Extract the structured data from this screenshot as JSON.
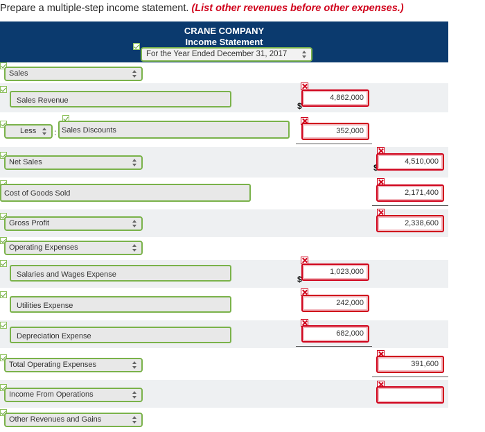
{
  "instructions": {
    "text": "Prepare a multiple-step income statement.",
    "emphasis": "(List other revenues before other expenses.)"
  },
  "header": {
    "company": "CRANE COMPANY",
    "statement": "Income Statement",
    "period": "For the Year Ended December 31, 2017"
  },
  "rows": {
    "sales_label": "Sales",
    "sales_revenue": "Sales Revenue",
    "sales_revenue_amount": "4,862,000",
    "less_label": "Less",
    "sales_discounts": "Sales Discounts",
    "sales_discounts_amount": "352,000",
    "net_sales": "Net Sales",
    "net_sales_amount": "4,510,000",
    "cogs": "Cost of Goods Sold",
    "cogs_amount": "2,171,400",
    "gross_profit": "Gross Profit",
    "gross_profit_amount": "2,338,600",
    "operating_expenses": "Operating Expenses",
    "salaries": "Salaries and Wages Expense",
    "salaries_amount": "1,023,000",
    "utilities": "Utilities Expense",
    "utilities_amount": "242,000",
    "depreciation": "Depreciation Expense",
    "depreciation_amount": "682,000",
    "total_opex": "Total Operating Expenses",
    "total_opex_amount": "391,600",
    "income_ops": "Income From Operations",
    "income_ops_amount": "",
    "other_revenues": "Other Revenues and Gains"
  },
  "symbols": {
    "dollar": "$",
    "colon": ":"
  },
  "colors": {
    "header_bg": "#0b3a6e",
    "correct": "#7ab24a",
    "incorrect": "#d0021b"
  }
}
